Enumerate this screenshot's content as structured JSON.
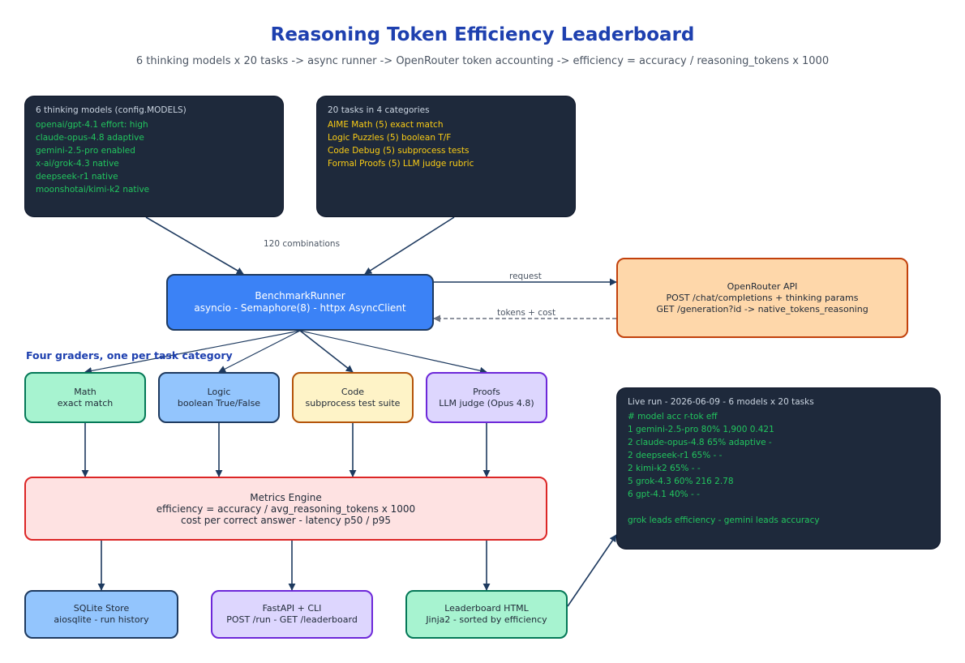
{
  "header": {
    "title": "Reasoning Token Efficiency Leaderboard",
    "subtitle": "6 thinking models x 20 tasks -> async runner -> OpenRouter token accounting -> efficiency = accuracy / reasoning_tokens x 1000"
  },
  "models_panel": {
    "heading": "6 thinking models (config.MODELS)",
    "items": [
      "openai/gpt-4.1 effort: high",
      "claude-opus-4.8 adaptive",
      "gemini-2.5-pro enabled",
      "x-ai/grok-4.3 native",
      "deepseek-r1 native",
      "moonshotai/kimi-k2 native"
    ]
  },
  "tasks_panel": {
    "heading": "20 tasks in 4 categories",
    "items": [
      "AIME Math (5) exact match",
      "Logic Puzzles (5) boolean T/F",
      "Code Debug (5) subprocess tests",
      "Formal Proofs (5) LLM judge rubric"
    ]
  },
  "edges": {
    "combinations": "120 combinations",
    "request": "request",
    "tokens_cost": "tokens + cost"
  },
  "runner": {
    "title": "BenchmarkRunner",
    "detail": "asyncio - Semaphore(8) - httpx AsyncClient"
  },
  "openrouter": {
    "title": "OpenRouter API",
    "line1": "POST /chat/completions + thinking params",
    "line2": "GET /generation?id -> native_tokens_reasoning"
  },
  "graders_label": "Four graders, one per task category",
  "graders": [
    {
      "title": "Math",
      "detail": "exact match"
    },
    {
      "title": "Logic",
      "detail": "boolean True/False"
    },
    {
      "title": "Code",
      "detail": "subprocess test suite"
    },
    {
      "title": "Proofs",
      "detail": "LLM judge (Opus 4.8)"
    }
  ],
  "metrics": {
    "title": "Metrics Engine",
    "line1": "efficiency = accuracy / avg_reasoning_tokens x 1000",
    "line2": "cost per correct answer - latency p50 / p95"
  },
  "outputs": [
    {
      "title": "SQLite Store",
      "detail": "aiosqlite - run history"
    },
    {
      "title": "FastAPI + CLI",
      "detail": "POST /run - GET /leaderboard"
    },
    {
      "title": "Leaderboard HTML",
      "detail": "Jinja2 - sorted by efficiency"
    }
  ],
  "live_run": {
    "heading": "Live run - 2026-06-09 - 6 models x 20 tasks",
    "lines": [
      "# model acc r-tok eff",
      "1 gemini-2.5-pro 80% 1,900 0.421",
      "2 claude-opus-4.8 65% adaptive -",
      "2 deepseek-r1 65% - -",
      "2 kimi-k2 65% - -",
      "5 grok-4.3 60% 216 2.78",
      "6 gpt-4.1 40% - -"
    ],
    "footer": "grok leads efficiency - gemini leads accuracy"
  },
  "colors": {
    "panel_bg": "#1e293b",
    "runner_fill": "#3b82f6",
    "openrouter_fill": "#fed7aa",
    "math_fill": "#a7f3d0",
    "logic_fill": "#93c5fd",
    "code_fill": "#fef3c7",
    "proofs_fill": "#ddd6fe",
    "metrics_fill": "#fee2e2",
    "arrow": "#1e3a5f"
  }
}
